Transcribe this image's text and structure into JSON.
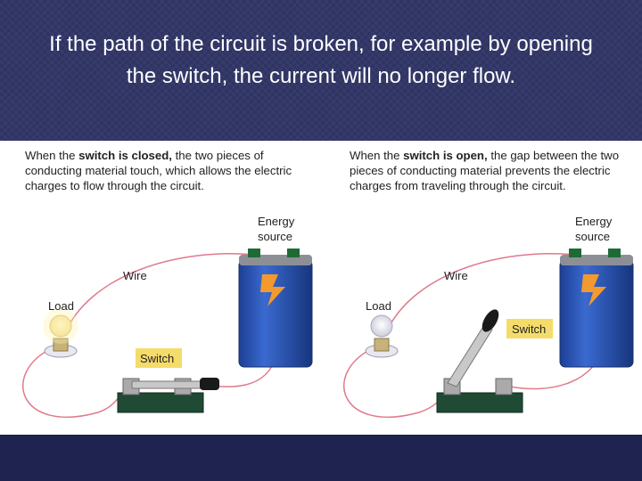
{
  "slide": {
    "title": "If the path of the circuit is broken, for example by opening the switch, the current will no longer flow."
  },
  "figure": {
    "closed": {
      "caption_pre": "When the ",
      "caption_bold": "switch is closed,",
      "caption_post": " the two pieces of conducting material touch, which allows the electric charges to flow through the circuit.",
      "energy_label_1": "Energy",
      "energy_label_2": "source",
      "wire_label": "Wire",
      "load_label": "Load",
      "switch_label": "Switch"
    },
    "open": {
      "caption_pre": "When the ",
      "caption_bold": "switch is open,",
      "caption_post": " the gap between the two pieces of conducting material prevents the electric charges from traveling through the circuit.",
      "energy_label_1": "Energy",
      "energy_label_2": "source",
      "wire_label": "Wire",
      "load_label": "Load",
      "switch_label": "Switch"
    }
  },
  "colors": {
    "background": "#2f3464",
    "battery": "#2a55b8",
    "wire": "#e07a8a",
    "switch_label_bg": "#f5dc6a",
    "switch_base": "#1f4a33"
  }
}
